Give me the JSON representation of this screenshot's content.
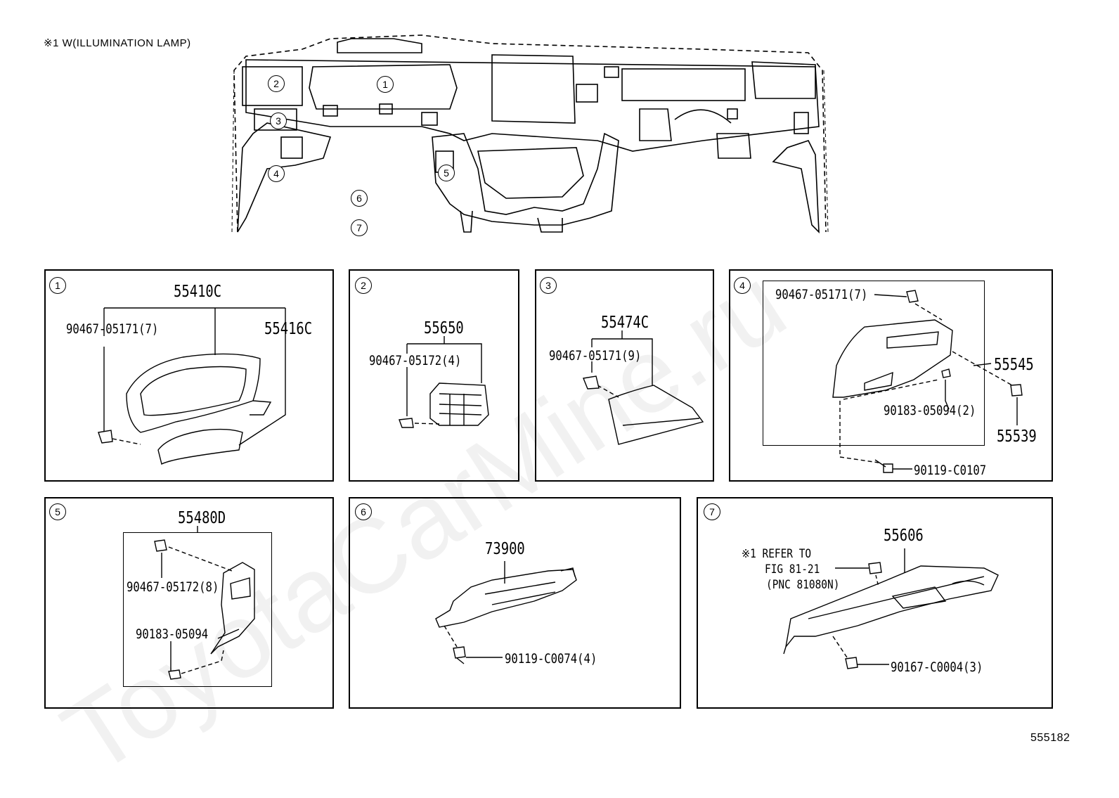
{
  "header_note": "※1 W(ILLUMINATION LAMP)",
  "figure_id": "555182",
  "watermark": "ToyotaCarMine.ru",
  "overview_callouts": [
    "1",
    "2",
    "3",
    "4",
    "5",
    "6",
    "7"
  ],
  "panels": [
    {
      "num": "1",
      "main": "55410C",
      "sub": "55416C",
      "fastener": "90467-05171(7)"
    },
    {
      "num": "2",
      "main": "55650",
      "fastener": "90467-05172(4)"
    },
    {
      "num": "3",
      "main": "55474C",
      "fastener": "90467-05171(9)"
    },
    {
      "num": "4",
      "main": "55545",
      "clip": "90467-05171(7)",
      "nut": "90183-05094(2)",
      "cap": "55539",
      "bolt": "90119-C0107"
    },
    {
      "num": "5",
      "main": "55480D",
      "clip": "90467-05172(8)",
      "nut": "90183-05094"
    },
    {
      "num": "6",
      "main": "73900",
      "bolt": "90119-C0074(4)"
    },
    {
      "num": "7",
      "main": "55606",
      "refer_line1": "※1 REFER TO",
      "refer_line2": "FIG 81-21",
      "refer_line3": "(PNC 81080N)",
      "bolt": "90167-C0004(3)"
    }
  ]
}
